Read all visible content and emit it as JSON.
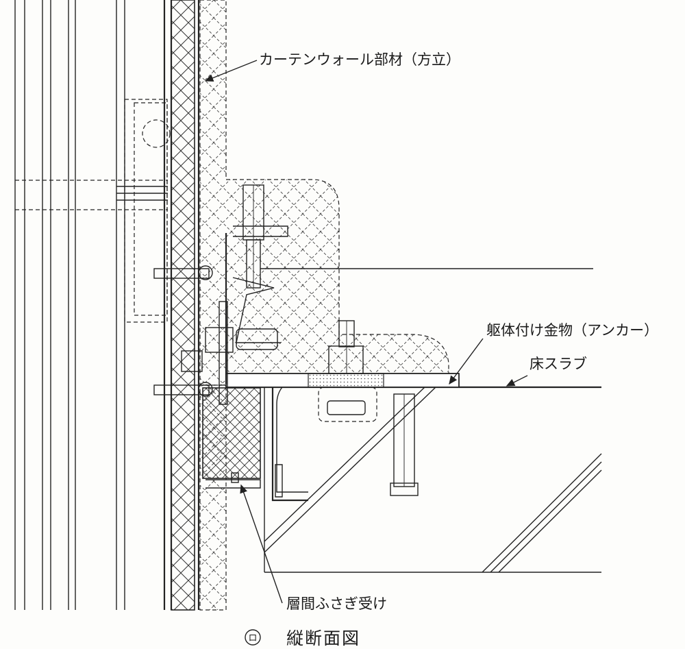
{
  "labels": {
    "mullion": "カーテンウォール部材（方立）",
    "anchor": "躯体付け金物（アンカー）",
    "slab": "床スラブ",
    "receiver": "層間ふさぎ受け"
  },
  "caption": {
    "marker": "ロ",
    "title": "縦断面図"
  },
  "colors": {
    "ink": "#222222",
    "paper": "#fdfdfb"
  }
}
